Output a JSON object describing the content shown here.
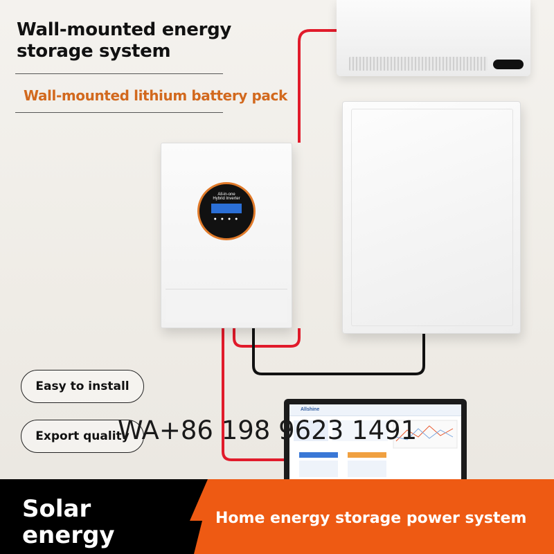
{
  "header": {
    "title_line1": "Wall-mounted energy",
    "title_line2": "storage system",
    "subtitle": "Wall-mounted lithium battery pack"
  },
  "features": [
    {
      "label": "Easy to install"
    },
    {
      "label": "Export quality"
    }
  ],
  "watermark": "WA+86 198 9623 1491",
  "banner": {
    "left_line1": "Solar",
    "left_line2": "energy",
    "right_text": "Home energy storage power system"
  },
  "inverter": {
    "screen_title_line1": "All-in-one",
    "screen_title_line2": "Hybrid Inverter"
  },
  "laptop": {
    "brand": "Allshine"
  },
  "colors": {
    "accent_orange": "#ee5a13",
    "subtitle_orange": "#d2691e",
    "cable_red": "#e11b2b",
    "cable_black": "#111111"
  }
}
